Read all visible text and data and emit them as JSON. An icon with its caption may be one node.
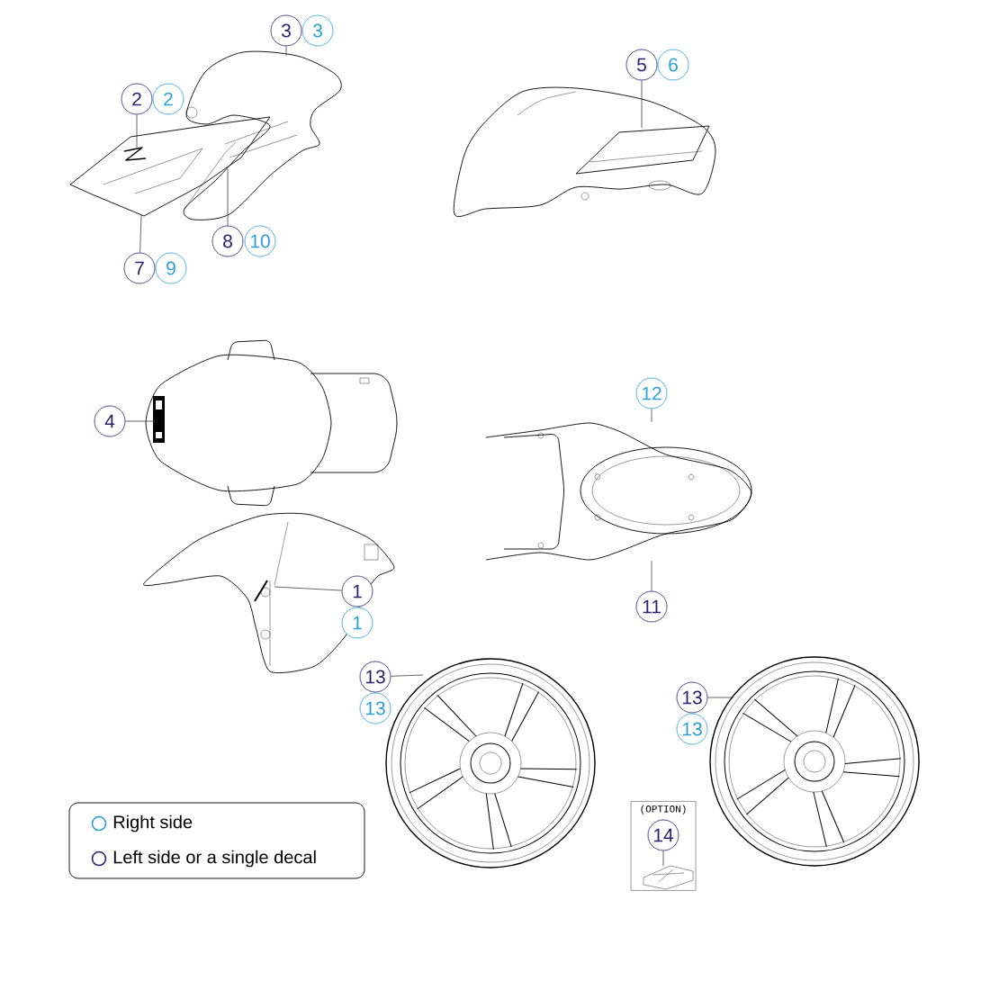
{
  "diagram": {
    "nodes": [
      {
        "text": [
          "3"
        ]
      },
      {
        "text": [
          "3"
        ]
      },
      {
        "text": [
          "2"
        ]
      },
      {
        "text": [
          "2"
        ]
      },
      {
        "text": [
          "5"
        ]
      },
      {
        "text": [
          "6"
        ]
      },
      {
        "text": [
          "8"
        ]
      },
      {
        "text": [
          "10"
        ]
      },
      {
        "text": [
          "7"
        ]
      },
      {
        "text": [
          "9"
        ]
      },
      {
        "text": [
          "12"
        ]
      },
      {
        "text": [
          "4"
        ]
      },
      {
        "text": [
          "11"
        ]
      },
      {
        "text": [
          "1"
        ]
      },
      {
        "text": [
          "1"
        ]
      },
      {
        "text": [
          "13"
        ]
      },
      {
        "text": [
          "13"
        ]
      },
      {
        "text": [
          "13"
        ]
      },
      {
        "text": [
          "13"
        ]
      },
      {
        "text": [
          "(OPTION)"
        ]
      },
      {
        "text": [
          "14"
        ],
        "in": 19
      },
      {
        "text": [],
        "shape": "picture"
      }
    ],
    "edges": [
      {
        "from": 0,
        "to": null,
        "arrow": "none"
      },
      {
        "from": 2,
        "to": null,
        "arrow": "none"
      },
      {
        "from": 4,
        "to": null,
        "arrow": "none"
      },
      {
        "from": 6,
        "to": null,
        "arrow": "none"
      },
      {
        "from": 8,
        "to": null,
        "arrow": "none"
      },
      {
        "from": 10,
        "to": 21,
        "arrow": "none"
      },
      {
        "from": 11,
        "to": null,
        "arrow": "none"
      },
      {
        "from": 12,
        "to": 21,
        "arrow": "none"
      },
      {
        "from": 13,
        "to": null,
        "arrow": "none"
      },
      {
        "from": 15,
        "to": null,
        "arrow": "none"
      },
      {
        "from": 17,
        "to": null,
        "arrow": "none"
      },
      {
        "from": 20,
        "to": null,
        "arrow": "none"
      }
    ],
    "legend": [
      {
        "text": "Right side",
        "color": "#2a9fd8"
      },
      {
        "text": "Left side or a single decal",
        "color": "#2b2170"
      }
    ]
  }
}
